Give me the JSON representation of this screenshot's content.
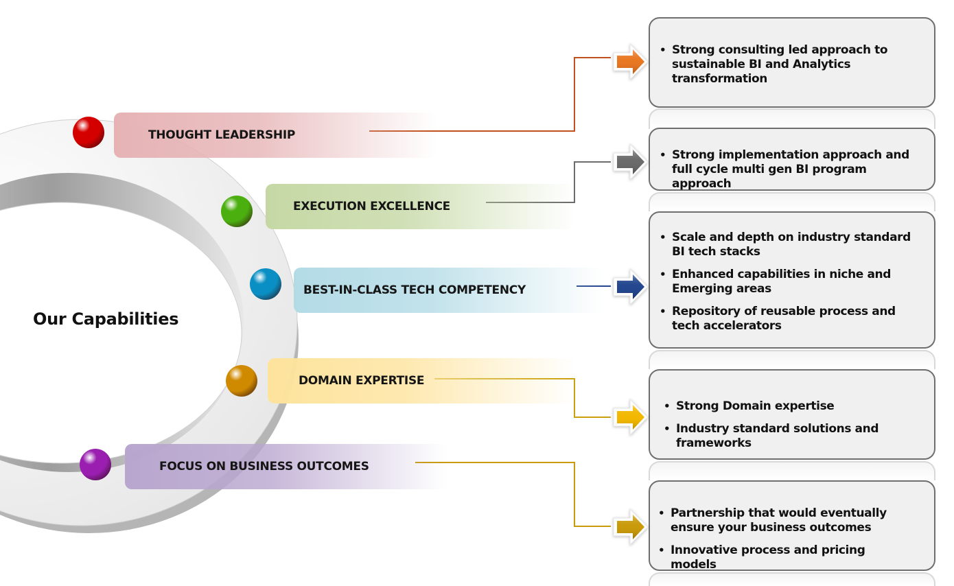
{
  "title": "Our Capabilities",
  "capabilities": [
    {
      "label": "THOUGHT LEADERSHIP",
      "ball_color": "#d40000",
      "band_color": "#e6b3b5",
      "arrow_color": "#e87722",
      "line_color": "#c0501c",
      "points": [
        "Strong consulting led approach to sustainable BI and Analytics transformation"
      ]
    },
    {
      "label": "EXECUTION EXCELLENCE",
      "ball_color": "#4caf10",
      "band_color": "#c5d8a4",
      "arrow_color": "#6b6b6b",
      "line_color": "#6b6b6b",
      "points": [
        "Strong implementation approach and full cycle  multi gen BI program approach"
      ]
    },
    {
      "label": "BEST-IN-CLASS TECH COMPETENCY",
      "ball_color": "#0a8fc4",
      "band_color": "#b3dbe6",
      "arrow_color": "#24478f",
      "line_color": "#24478f",
      "points": [
        "Scale and depth on industry standard BI tech stacks",
        "Enhanced capabilities in niche and Emerging areas",
        "Repository of reusable process and tech accelerators"
      ]
    },
    {
      "label": "DOMAIN EXPERTISE",
      "ball_color": "#d08a00",
      "band_color": "#fde39c",
      "arrow_color": "#f2b800",
      "line_color": "#c9a00c",
      "points": [
        "Strong Domain expertise",
        "Industry standard solutions and frameworks"
      ]
    },
    {
      "label": "FOCUS ON BUSINESS OUTCOMES",
      "ball_color": "#9a1fb0",
      "band_color": "#b9a6cf",
      "arrow_color": "#c99a0a",
      "line_color": "#c99a0a",
      "points": [
        "Partnership that would eventually ensure your business outcomes",
        "Innovative process and pricing models"
      ]
    }
  ]
}
